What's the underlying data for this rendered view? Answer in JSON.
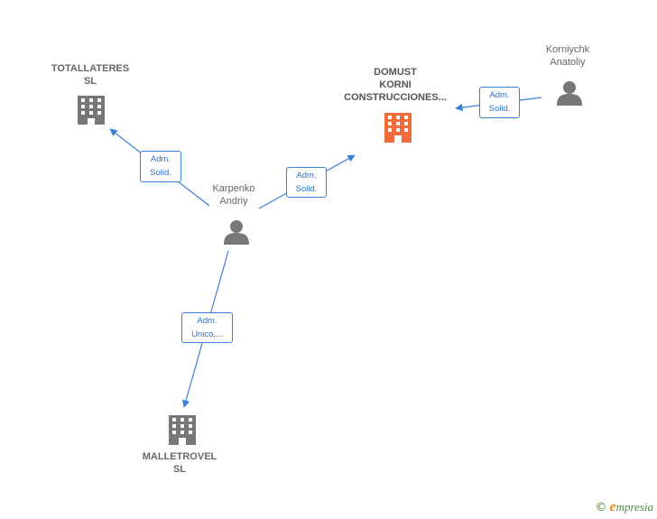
{
  "nodes": {
    "totallateres": {
      "line1": "TOTALLATERES",
      "line2": "SL"
    },
    "domust": {
      "line1": "DOMUST",
      "line2": "KORNI",
      "line3": "CONSTRUCCIONES..."
    },
    "korniychk": {
      "line1": "Korniychk",
      "line2": "Anatoliy"
    },
    "karpenko": {
      "line1": "Karpenko",
      "line2": "Andriy"
    },
    "malletrovel": {
      "line1": "MALLETROVEL",
      "line2": "SL"
    }
  },
  "edges": {
    "karpenko_totallateres": {
      "line1": "Adm.",
      "line2": "Solid."
    },
    "karpenko_domust": {
      "line1": "Adm.",
      "line2": "Solid."
    },
    "korniychk_domust": {
      "line1": "Adm.",
      "line2": "Solid."
    },
    "karpenko_malletrovel": {
      "line1": "Adm.",
      "line2": "Unico,..."
    }
  },
  "colors": {
    "edge": "#3a7fd6",
    "company": "#777777",
    "focus_company": "#f26b3a",
    "person": "#777777"
  },
  "icons": {
    "company": "building-icon",
    "person": "person-icon"
  },
  "footer": {
    "copyright": "©",
    "brand_initial": "e",
    "brand_rest": "mpresia"
  }
}
